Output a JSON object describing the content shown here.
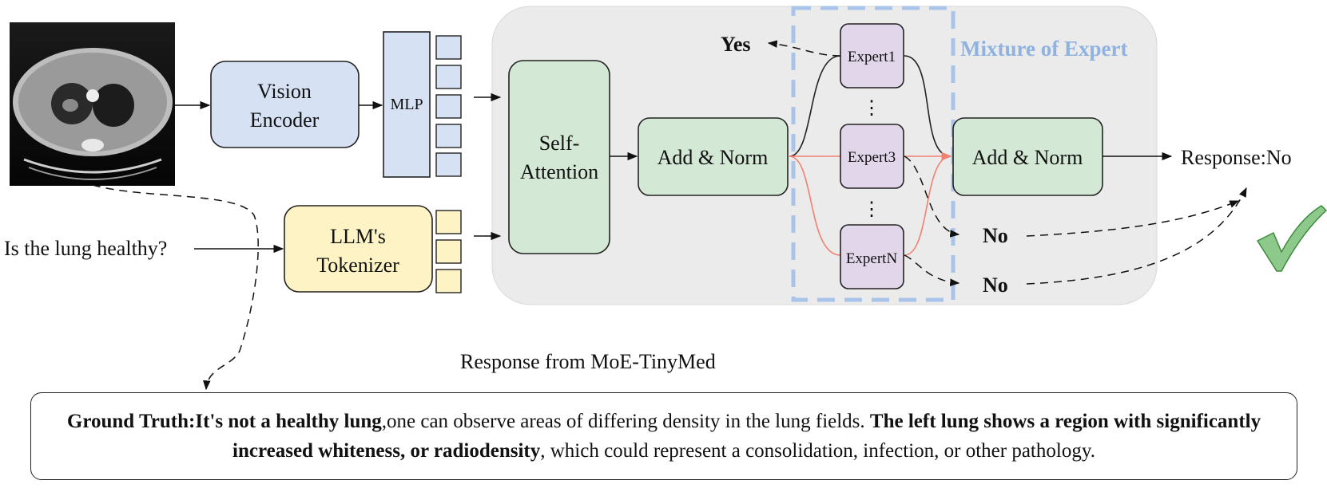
{
  "input_question": "Is the lung healthy?",
  "vision_encoder": {
    "line1": "Vision",
    "line2": "Encoder"
  },
  "mlp": "MLP",
  "tokenizer": {
    "line1": "LLM's",
    "line2": "Tokenizer"
  },
  "self_attention": {
    "line1": "Self-",
    "line2": "Attention"
  },
  "add_norm_left": "Add & Norm",
  "add_norm_right": "Add & Norm",
  "moe_title": "Mixture of Expert",
  "experts": {
    "e1": "Expert1",
    "e3": "Expert3",
    "en": "ExpertN",
    "dots": "⋮"
  },
  "outputs": {
    "yes": "Yes",
    "no1": "No",
    "no2": "No"
  },
  "response": "Response:No",
  "response_caption": "Response from MoE-TinyMed",
  "ground_truth": {
    "label": "Ground Truth:",
    "bold1": "It's not a healthy lung",
    "text1": ",one can observe areas of differing density in the lung fields. ",
    "bold2": "The left lung shows a region with significantly increased whiteness, or radiodensity",
    "text2": ", which could represent a consolidation, infection, or other pathology."
  },
  "colors": {
    "vision_fill": "#d6e2f4",
    "tokenizer_fill": "#fdf3c4",
    "green_fill": "#d4e9d5",
    "expert_fill": "#e2d6ea",
    "moe_bg": "#ebebeb",
    "moe_dash": "#a9c4e8",
    "moe_title": "#8fb2e0",
    "red_route": "#f08070",
    "check": "#8cc98a"
  }
}
